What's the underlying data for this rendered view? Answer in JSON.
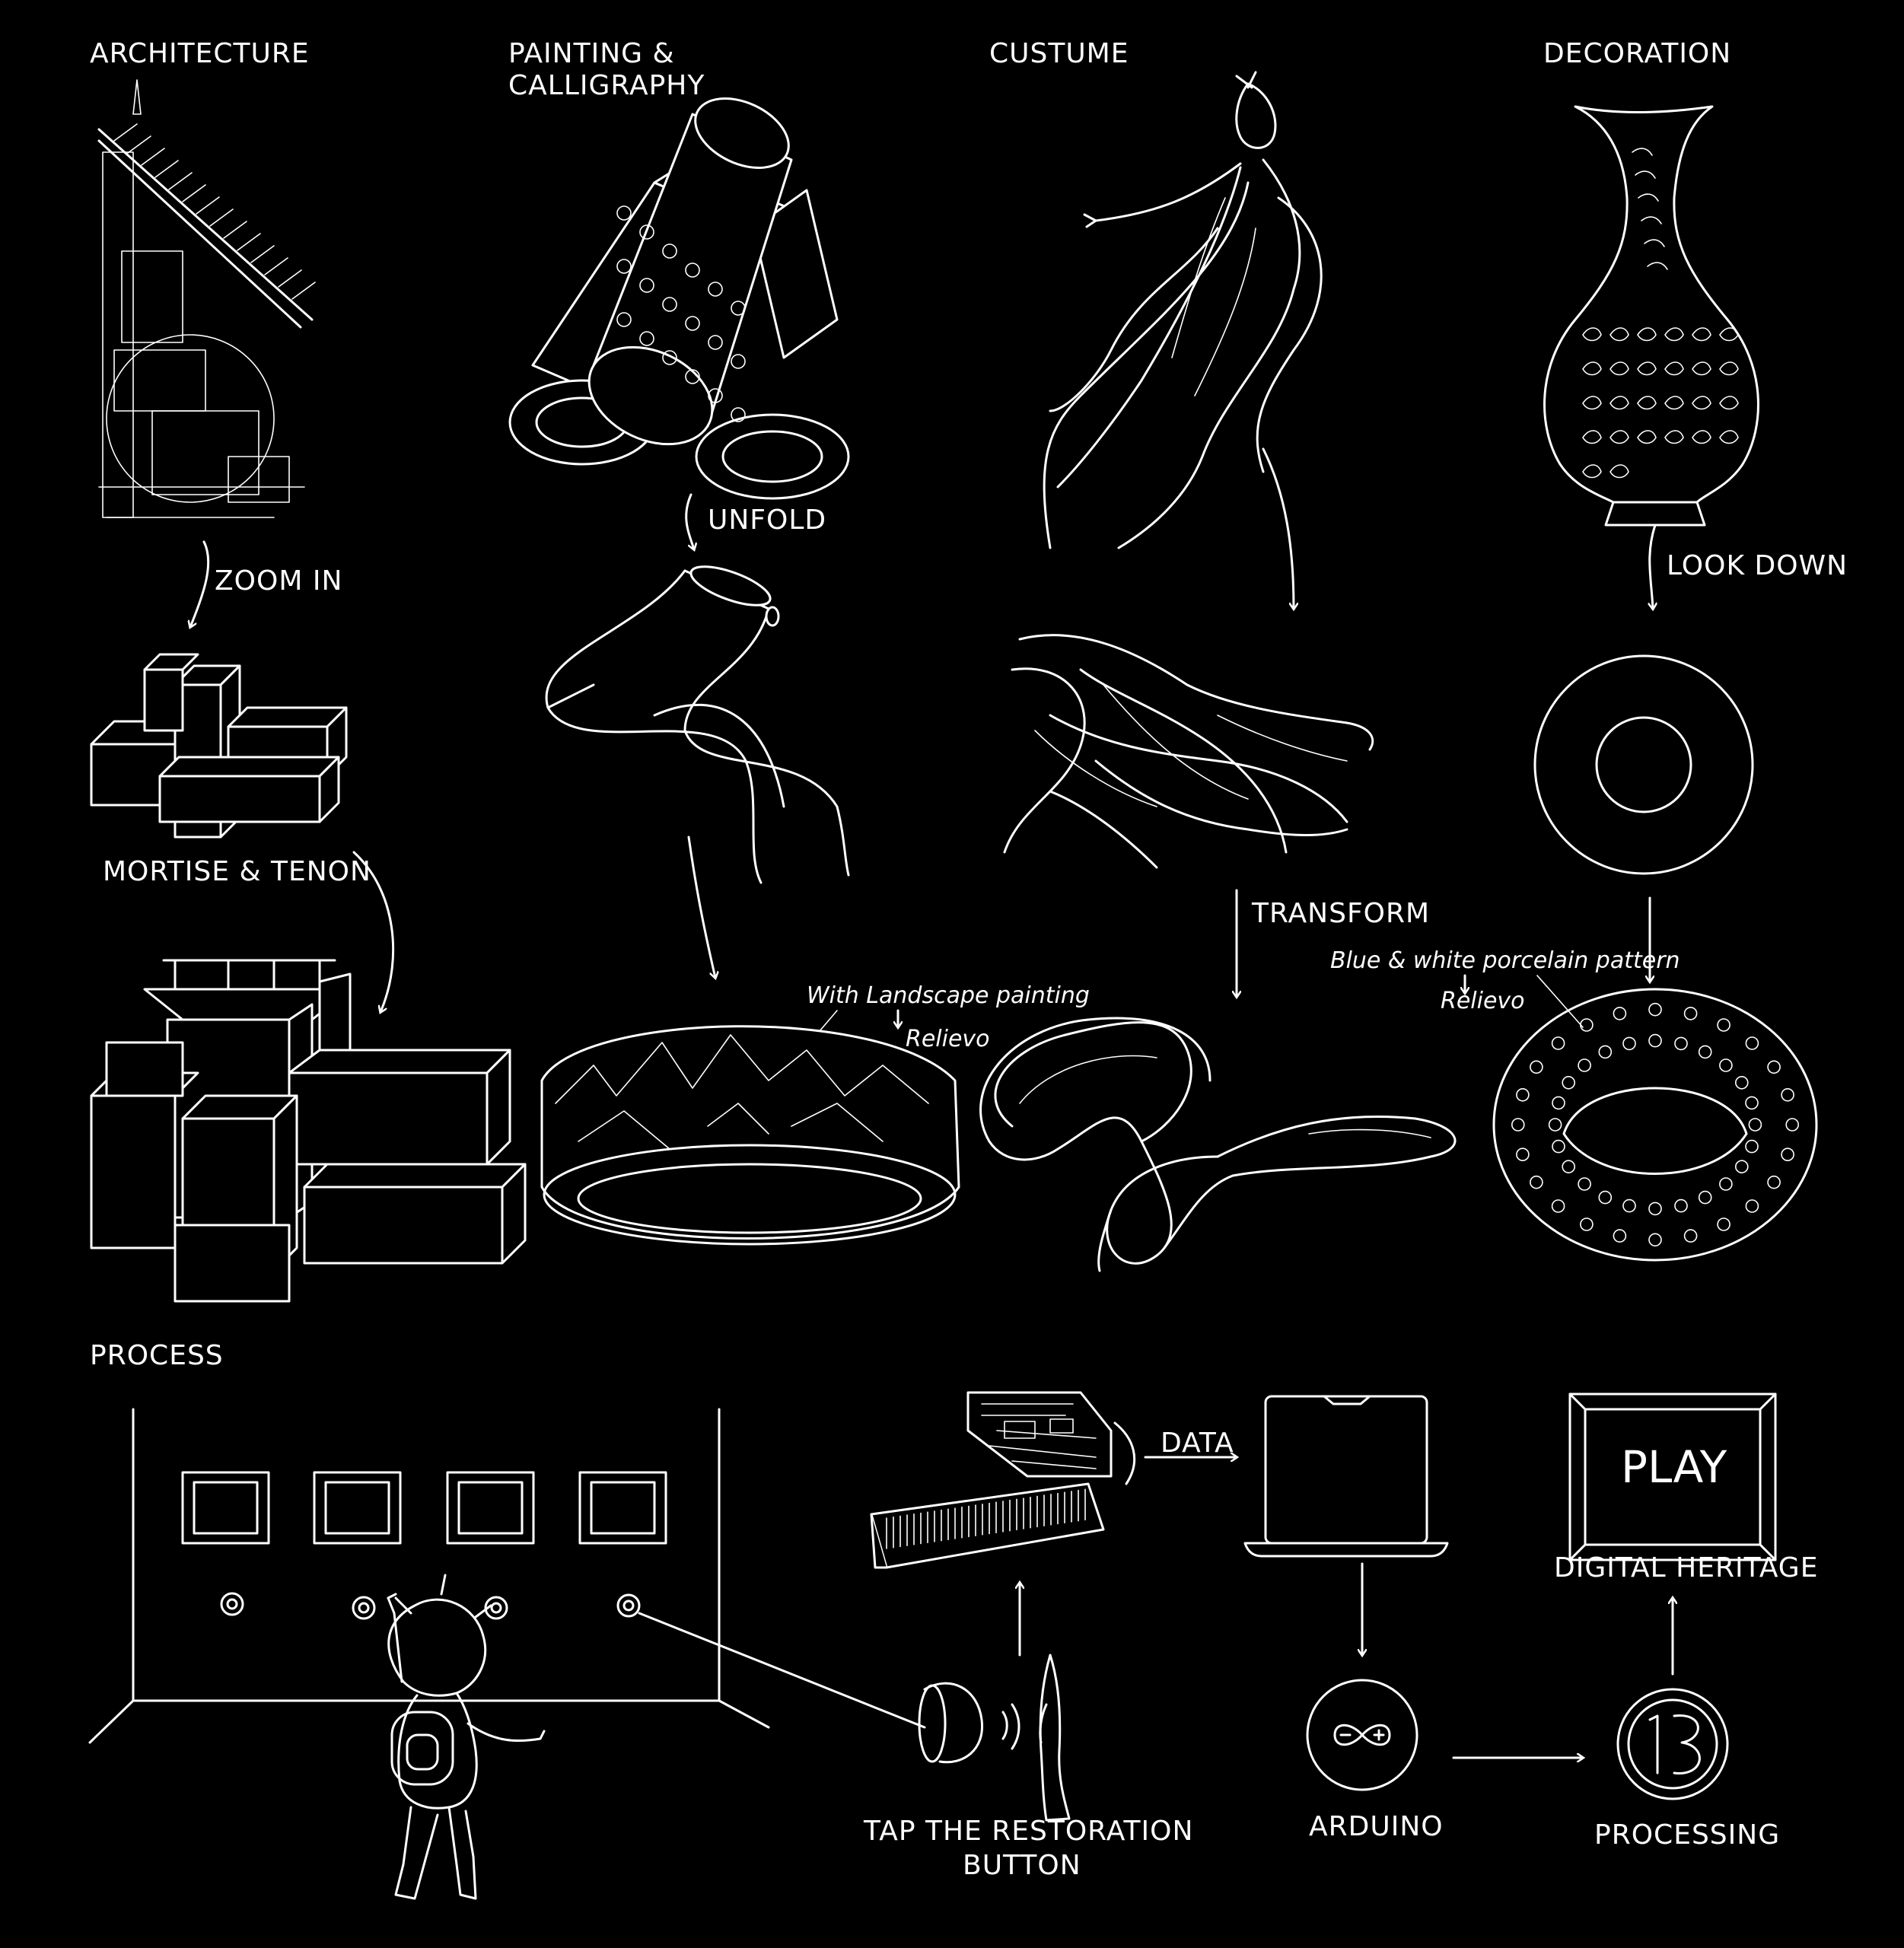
{
  "palette": {
    "background": "#000000",
    "ink": "#ffffff"
  },
  "sections": {
    "architecture": {
      "title": "ARCHITECTURE",
      "step1": "ZOOM IN",
      "step2": "MORTISE & TENON"
    },
    "painting": {
      "title_line1": "PAINTING &",
      "title_line2": "CALLIGRAPHY",
      "step1": "UNFOLD",
      "note_line1": "With Landscape painting",
      "note_line2": "Relievo"
    },
    "costume": {
      "title": "CUSTUME",
      "step1": "TRANSFORM"
    },
    "decoration": {
      "title": "DECORATION",
      "step1": "LOOK DOWN",
      "note_line1": "Blue & white porcelain pattern",
      "note_line2": "Relievo"
    }
  },
  "process": {
    "title": "PROCESS",
    "data_label": "DATA",
    "tap_line1": "TAP THE RESTORATION",
    "tap_line2": "BUTTON",
    "arduino": "ARDUINO",
    "processing": "PROCESSING",
    "screen_text": "PLAY",
    "digital_heritage": "DIGITAL HERITAGE"
  }
}
